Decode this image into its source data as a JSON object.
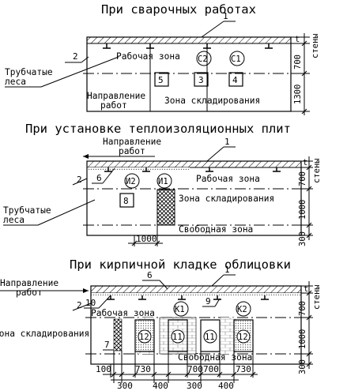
{
  "sections": [
    {
      "title": "При сварочных работах",
      "callouts": {
        "c1": "1",
        "c2": "2"
      },
      "left_label": [
        "Трубчатые",
        "леса"
      ],
      "zone_work": "Рабочая зона",
      "zone_storage": "Зона складирования",
      "direction": [
        "Направление",
        "работ"
      ],
      "boxed_numbers": [
        "5",
        "3",
        "4"
      ],
      "circled": [
        "С2",
        "С1"
      ],
      "dims_right": [
        "t",
        "стены",
        "700",
        "1300"
      ]
    },
    {
      "title": "При установке теплоизоляционных плит",
      "direction": [
        "Направление",
        "работ"
      ],
      "callouts": {
        "c1": "1",
        "c2": "2",
        "c6": "6"
      },
      "left_label": [
        "Трубчатые",
        "леса"
      ],
      "zone_work": "Рабочая зона",
      "zone_storage": "Зона складирования",
      "zone_free": "Свободная зона",
      "boxed_numbers": [
        "8"
      ],
      "circled": [
        "И2",
        "И1"
      ],
      "dim_bottom": "1000",
      "dims_right": [
        "t",
        "стены",
        "700",
        "1000",
        "300"
      ]
    },
    {
      "title": "При кирпичной кладке облицовки",
      "direction": [
        "Направление",
        "работ"
      ],
      "callouts": {
        "c1": "1",
        "c2": "2",
        "c6": "6",
        "c7": "7",
        "c9": "9",
        "c10": "10"
      },
      "left_label": "Зона складирования",
      "zone_work": "Рабочая зона",
      "zone_free": "Свободная зона",
      "circled": [
        "К1",
        "К2"
      ],
      "pallet_numbers": [
        "12",
        "11",
        "11",
        "12"
      ],
      "dims_bottom_top": [
        "100",
        "730",
        "700",
        "700",
        "730"
      ],
      "dims_bottom_low": [
        "300",
        "400",
        "300",
        "400"
      ],
      "dims_right": [
        "t",
        "стены",
        "700",
        "1000",
        "300"
      ]
    }
  ]
}
